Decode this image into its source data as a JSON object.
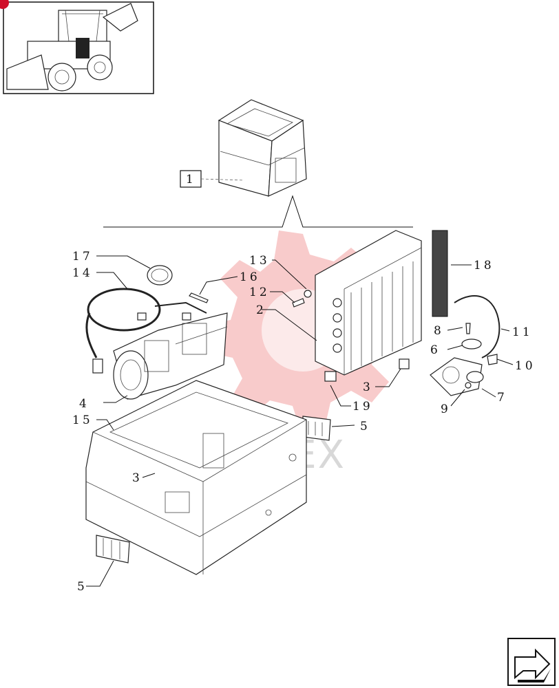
{
  "watermark": {
    "text": "ИНТЕХ",
    "color": "#f3a0a0"
  },
  "labels": {
    "l1": "1",
    "l2": "2",
    "l3a": "3",
    "l3b": "3",
    "l4": "4",
    "l5a": "5",
    "l5b": "5",
    "l6": "6",
    "l7": "7",
    "l8": "8",
    "l9": "9",
    "l10": "10",
    "l11": "11",
    "l12": "12",
    "l13": "13",
    "l14": "14",
    "l15": "15",
    "l16": "16",
    "l17": "17",
    "l18": "18",
    "l19": "19"
  },
  "nav": {
    "icon": "next-page-arrow-icon"
  }
}
